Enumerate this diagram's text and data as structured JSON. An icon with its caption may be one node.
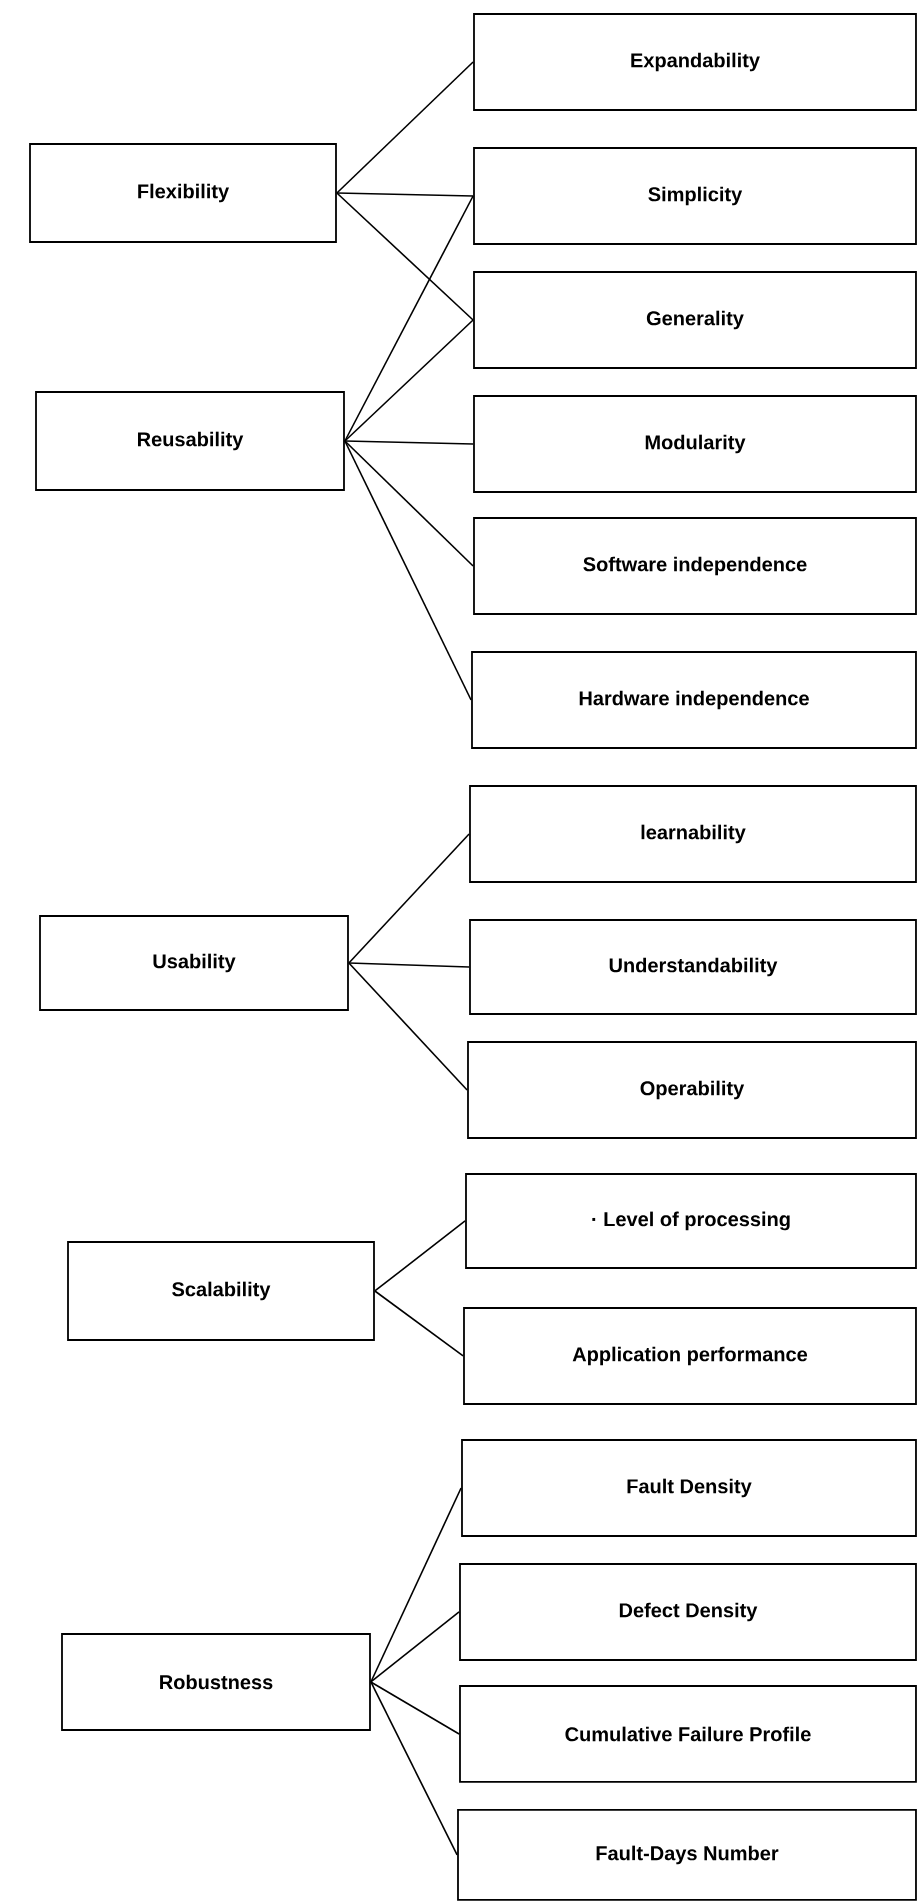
{
  "diagram": {
    "nodes": [
      {
        "text": [
          "Expandability"
        ]
      },
      {
        "text": [
          "Flexibility"
        ]
      },
      {
        "text": [
          "Simplicity"
        ]
      },
      {
        "text": [
          "Generality"
        ]
      },
      {
        "text": [
          "Reusability"
        ]
      },
      {
        "text": [
          "Modularity"
        ]
      },
      {
        "text": [
          "Software independence"
        ]
      },
      {
        "text": [
          "Hardware independence"
        ]
      },
      {
        "text": [
          "learnability"
        ]
      },
      {
        "text": [
          "Usability"
        ]
      },
      {
        "text": [
          "Understandability"
        ]
      },
      {
        "text": [
          "Operability"
        ]
      },
      {
        "text": [
          "· Level of processing"
        ]
      },
      {
        "text": [
          "Scalability"
        ]
      },
      {
        "text": [
          "Application performance"
        ]
      },
      {
        "text": [
          "Fault Density"
        ]
      },
      {
        "text": [
          "Defect Density"
        ]
      },
      {
        "text": [
          "Robustness"
        ]
      },
      {
        "text": [
          "Cumulative Failure Profile"
        ]
      },
      {
        "text": [
          "Fault-Days Number"
        ]
      }
    ],
    "edges": [
      {
        "from": 1,
        "to": 0,
        "arrow": "none"
      },
      {
        "from": 1,
        "to": 2,
        "arrow": "none"
      },
      {
        "from": 1,
        "to": 3,
        "arrow": "none"
      },
      {
        "from": 4,
        "to": 2,
        "arrow": "none"
      },
      {
        "from": 4,
        "to": 3,
        "arrow": "none"
      },
      {
        "from": 4,
        "to": 5,
        "arrow": "none"
      },
      {
        "from": 4,
        "to": 6,
        "arrow": "none"
      },
      {
        "from": 4,
        "to": 7,
        "arrow": "none"
      },
      {
        "from": 9,
        "to": 8,
        "arrow": "none"
      },
      {
        "from": 9,
        "to": 10,
        "arrow": "none"
      },
      {
        "from": 9,
        "to": 11,
        "arrow": "none"
      },
      {
        "from": 13,
        "to": 12,
        "arrow": "none"
      },
      {
        "from": 13,
        "to": 14,
        "arrow": "none"
      },
      {
        "from": 17,
        "to": 15,
        "arrow": "none"
      },
      {
        "from": 17,
        "to": 16,
        "arrow": "none"
      },
      {
        "from": 17,
        "to": 18,
        "arrow": "none"
      },
      {
        "from": 17,
        "to": 19,
        "arrow": "none"
      }
    ]
  }
}
